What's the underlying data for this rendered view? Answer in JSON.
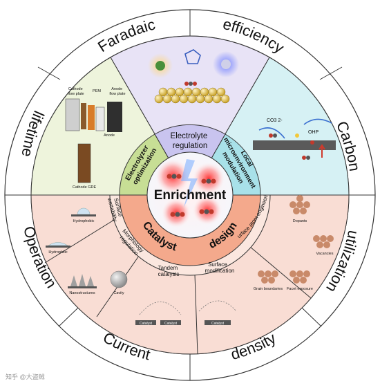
{
  "outer_ring": {
    "faradaic": "Faradaic",
    "efficiency": "efficiency",
    "carbon": "Carbon",
    "utilization": "utilization",
    "density": "density",
    "current": "Current",
    "operation": "Operation",
    "lifetime": "lifetime"
  },
  "center": {
    "title": "Enrichment"
  },
  "inner_ring": {
    "electrolyte": [
      "Electrolyte",
      "regulation"
    ],
    "local_micro": [
      "Local",
      "microenvironment",
      "modulation"
    ],
    "electrolyzer": [
      "Electrolyzer",
      "optimization"
    ],
    "catalyst": "Catalyst",
    "design": "design"
  },
  "catalyst_ring": {
    "surface_atom": "Surface atom engineering",
    "surface_modification": [
      "Surface",
      "modification"
    ],
    "tandem": [
      "Tandem",
      "catalysis"
    ],
    "morphology": [
      "Morphology",
      "regulation"
    ],
    "wettability": [
      "Surface",
      "wettability"
    ]
  },
  "panel_labels": {
    "cathode_flow_plate": [
      "Cathode",
      "flow plate"
    ],
    "pem": "PEM",
    "anode_flow_plate": [
      "Anode",
      "flow plate"
    ],
    "anode": "Anode",
    "cathode_gde": "Cathode GDE",
    "co3": "CO3 2-",
    "ohp": "OHP",
    "hydrophobic": "Hydrophobic",
    "hydrophilic": "Hydrophilic",
    "nanostructures": "Nanostructures",
    "cavity": "Cavity",
    "catalyst": "Catalyst",
    "dopants": "Dopants",
    "vacancies": "Vacancies",
    "grain_boundaries": "Grain boundaries",
    "facet_exposure": "Facet exposure"
  },
  "colors": {
    "faradaic_sector": "#e8e3f6",
    "carbon_sector": "#d6f1f4",
    "lifetime_sector": "#eef4dc",
    "bottom_sector": "#f9ddd4",
    "electrolyte_band": "#c9c4ef",
    "local_band": "#a8e1e9",
    "electrolyzer_band": "#c7de95",
    "catalyst_band": "#f4a98c",
    "center_glow": "#f24b4b"
  },
  "watermark": "知乎 @大盗贼"
}
